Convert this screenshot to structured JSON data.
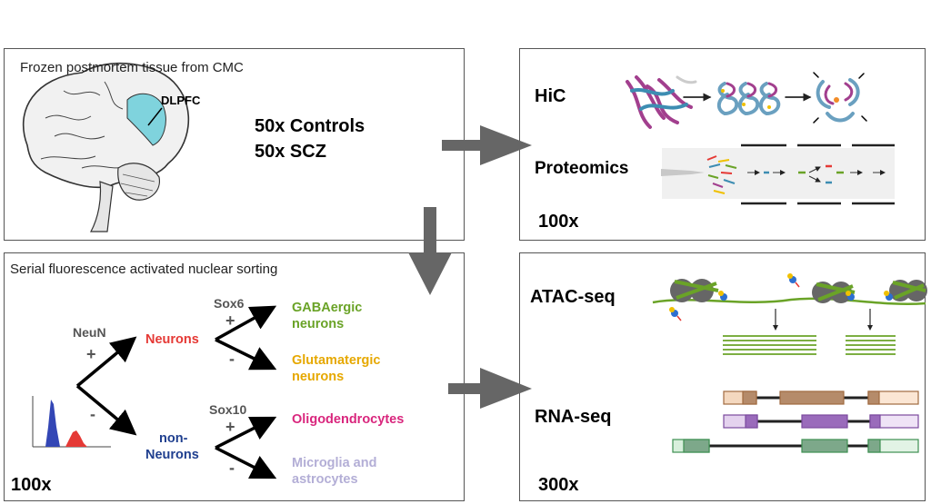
{
  "panels": {
    "tissue": {
      "title": "Frozen postmortem tissue from CMC",
      "region_label": "DLPFC",
      "line1": "50x Controls",
      "line2": "50x SCZ"
    },
    "facs": {
      "title": "Serial fluorescence activated nuclear sorting",
      "count": "100x",
      "markers": {
        "neun": "NeuN",
        "sox6": "Sox6",
        "sox10": "Sox10"
      },
      "signs": {
        "plus": "+",
        "minus": "-"
      },
      "populations": {
        "neurons": "Neurons",
        "non_neurons_1": "non-",
        "non_neurons_2": "Neurons"
      },
      "cell_types": {
        "gaba_1": "GABAergic",
        "gaba_2": "neurons",
        "glut_1": "Glutamatergic",
        "glut_2": "neurons",
        "oligo": "Oligodendrocytes",
        "micro_1": "Microglia and",
        "micro_2": "astrocytes"
      }
    },
    "hic": {
      "label_hic": "HiC",
      "label_proteomics": "Proteomics",
      "count": "100x"
    },
    "seq": {
      "label_atac": "ATAC-seq",
      "label_rna": "RNA-seq",
      "count": "300x"
    }
  },
  "colors": {
    "neurons": "#e53935",
    "non_neurons": "#1f3f8f",
    "gaba": "#6aa327",
    "glut": "#e6a800",
    "oligo": "#d9267d",
    "micro": "#b3aed6",
    "dlpfc": "#7fd3dd",
    "arrow": "#666666"
  }
}
